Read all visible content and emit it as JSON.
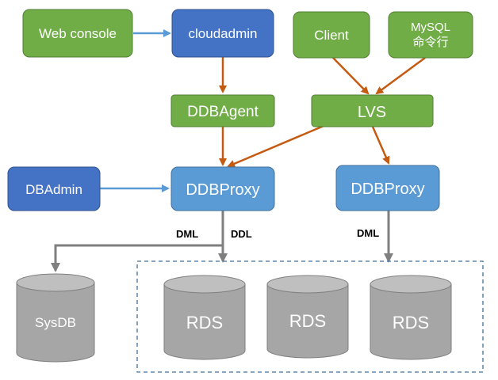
{
  "colors": {
    "green": "#70ad47",
    "green_border": "#507e32",
    "dark_blue": "#4472c4",
    "dark_blue_border": "#2f528f",
    "light_blue": "#5b9bd5",
    "light_blue_border": "#41719c",
    "orange_arrow": "#c55a11",
    "blue_arrow": "#5b9bd5",
    "gray_arrow": "#7f7f7f",
    "cylinder_fill": "#a6a6a6",
    "cylinder_top": "#bfbfbf",
    "cylinder_border": "#7f7f7f",
    "dashed_box": "#41719c"
  },
  "nodes": {
    "web_console": "Web console",
    "cloudadmin": "cloudadmin",
    "client": "Client",
    "mysql_cli_line1": "MySQL",
    "mysql_cli_line2": "命令行",
    "ddbagent": "DDBAgent",
    "lvs": "LVS",
    "dbadmin": "DBAdmin",
    "ddbproxy_left": "DDBProxy",
    "ddbproxy_right": "DDBProxy"
  },
  "edge_labels": {
    "dml_left": "DML",
    "ddl": "DDL",
    "dml_right": "DML"
  },
  "databases": {
    "sysdb": "SysDB",
    "rds_1": "RDS",
    "rds_2": "RDS",
    "rds_3": "RDS"
  }
}
